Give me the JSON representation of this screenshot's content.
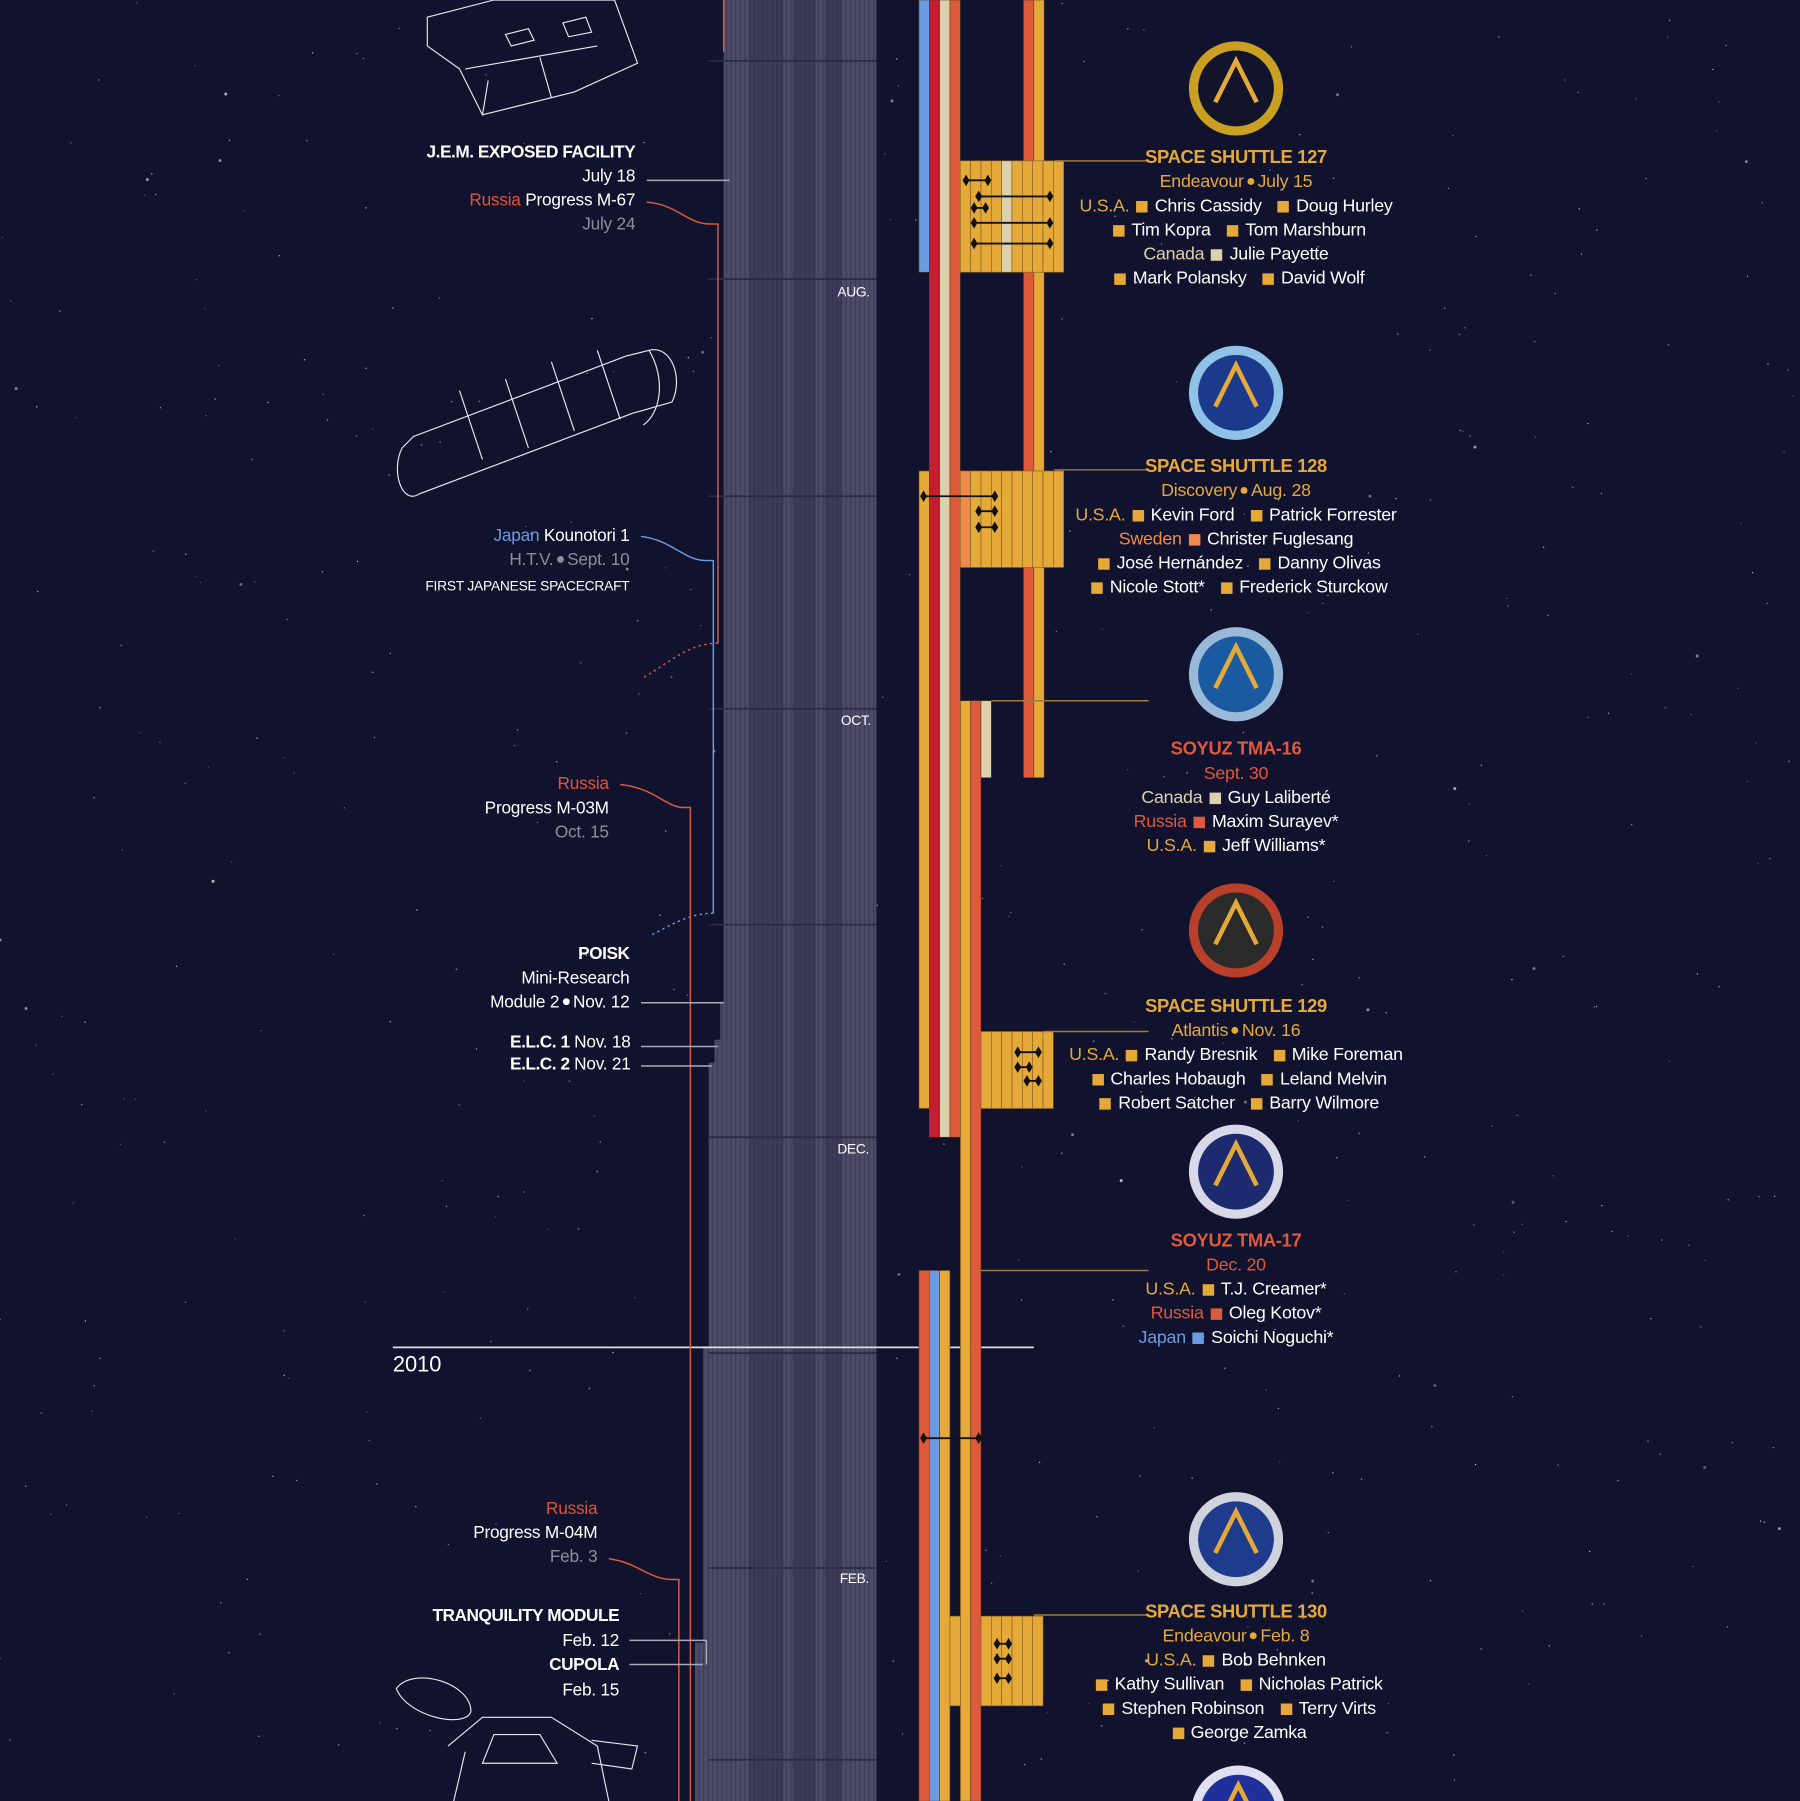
{
  "colors": {
    "background": "#11122e",
    "usa": "#e5a93a",
    "russia": "#dd5a3c",
    "russia_dark": "#c41e30",
    "canada": "#ddd0ad",
    "japan": "#6b9be0",
    "sweden": "#f08a4b",
    "grid": "#4b4b66"
  },
  "timeline": {
    "months": [
      "AUG.",
      "OCT.",
      "DEC.",
      "FEB."
    ],
    "year": "2010"
  },
  "left_labels": {
    "jem": {
      "title": "J.E.M. EXPOSED FACILITY",
      "date": "July 18"
    },
    "progress_m67": {
      "country": "Russia",
      "name": "Progress M-67",
      "date": "July 24"
    },
    "kounotori": {
      "country": "Japan",
      "name": "Kounotori 1",
      "vehicle": "H.T.V.",
      "date": "Sept. 10",
      "note": "FIRST JAPANESE SPACECRAFT"
    },
    "progress_m03m": {
      "country": "Russia",
      "name": "Progress M-03M",
      "date": "Oct. 15"
    },
    "poisk": {
      "title": "POISK",
      "line1": "Mini-Research",
      "line2": "Module 2",
      "date": "Nov. 12"
    },
    "elc1": {
      "title": "E.L.C. 1",
      "date": "Nov. 18"
    },
    "elc2": {
      "title": "E.L.C. 2",
      "date": "Nov. 21"
    },
    "progress_m04m": {
      "country": "Russia",
      "name": "Progress M-04M",
      "date": "Feb. 3"
    },
    "tranquility": {
      "title": "TRANQUILITY MODULE",
      "date": "Feb. 12"
    },
    "cupola": {
      "title": "CUPOLA",
      "date": "Feb. 15"
    }
  },
  "missions": [
    {
      "id": "sts127",
      "type": "shuttle",
      "title": "SPACE SHUTTLE 127",
      "vehicle": "Endeavour",
      "date": "July 15",
      "crew_lines": [
        {
          "country": "U.S.A.",
          "nat": "usa",
          "members": [
            {
              "name": "Chris Cassidy",
              "nat": "usa"
            },
            {
              "name": "Doug Hurley",
              "nat": "usa"
            }
          ]
        },
        {
          "members": [
            {
              "name": "Tim Kopra",
              "nat": "usa"
            },
            {
              "name": "Tom Marshburn",
              "nat": "usa"
            }
          ]
        },
        {
          "country": "Canada",
          "nat": "canada",
          "members": [
            {
              "name": "Julie Payette",
              "nat": "canada"
            }
          ]
        },
        {
          "members": [
            {
              "name": "Mark Polansky",
              "nat": "usa"
            },
            {
              "name": "David Wolf",
              "nat": "usa"
            }
          ]
        }
      ]
    },
    {
      "id": "sts128",
      "type": "shuttle",
      "title": "SPACE SHUTTLE 128",
      "vehicle": "Discovery",
      "date": "Aug. 28",
      "crew_lines": [
        {
          "country": "U.S.A.",
          "nat": "usa",
          "members": [
            {
              "name": "Kevin Ford",
              "nat": "usa"
            },
            {
              "name": "Patrick Forrester",
              "nat": "usa"
            }
          ]
        },
        {
          "country": "Sweden",
          "nat": "sweden",
          "members": [
            {
              "name": "Christer Fuglesang",
              "nat": "sweden"
            }
          ]
        },
        {
          "members": [
            {
              "name": "José Hernández",
              "nat": "usa"
            },
            {
              "name": "Danny Olivas",
              "nat": "usa"
            }
          ]
        },
        {
          "members": [
            {
              "name": "Nicole Stott*",
              "nat": "usa"
            },
            {
              "name": "Frederick Sturckow",
              "nat": "usa"
            }
          ]
        }
      ]
    },
    {
      "id": "tma16",
      "type": "soyuz",
      "title": "SOYUZ TMA-16",
      "date": "Sept. 30",
      "crew_lines": [
        {
          "country": "Canada",
          "nat": "canada",
          "members": [
            {
              "name": "Guy Laliberté",
              "nat": "canada"
            }
          ]
        },
        {
          "country": "Russia",
          "nat": "russia",
          "members": [
            {
              "name": "Maxim Surayev*",
              "nat": "russia"
            }
          ]
        },
        {
          "country": "U.S.A.",
          "nat": "usa",
          "members": [
            {
              "name": "Jeff Williams*",
              "nat": "usa"
            }
          ]
        }
      ]
    },
    {
      "id": "sts129",
      "type": "shuttle",
      "title": "SPACE SHUTTLE 129",
      "vehicle": "Atlantis",
      "date": "Nov. 16",
      "crew_lines": [
        {
          "country": "U.S.A.",
          "nat": "usa",
          "members": [
            {
              "name": "Randy Bresnik",
              "nat": "usa"
            },
            {
              "name": "Mike Foreman",
              "nat": "usa"
            }
          ]
        },
        {
          "members": [
            {
              "name": "Charles Hobaugh",
              "nat": "usa"
            },
            {
              "name": "Leland Melvin",
              "nat": "usa"
            }
          ]
        },
        {
          "members": [
            {
              "name": "Robert Satcher",
              "nat": "usa"
            },
            {
              "name": "Barry Wilmore",
              "nat": "usa"
            }
          ]
        }
      ]
    },
    {
      "id": "tma17",
      "type": "soyuz",
      "title": "SOYUZ TMA-17",
      "date": "Dec. 20",
      "crew_lines": [
        {
          "country": "U.S.A.",
          "nat": "usa",
          "members": [
            {
              "name": "T.J. Creamer*",
              "nat": "usa"
            }
          ]
        },
        {
          "country": "Russia",
          "nat": "russia",
          "members": [
            {
              "name": "Oleg Kotov*",
              "nat": "russia"
            }
          ]
        },
        {
          "country": "Japan",
          "nat": "japan",
          "members": [
            {
              "name": "Soichi Noguchi*",
              "nat": "japan"
            }
          ]
        }
      ]
    },
    {
      "id": "sts130",
      "type": "shuttle",
      "title": "SPACE SHUTTLE 130",
      "vehicle": "Endeavour",
      "date": "Feb. 8",
      "crew_lines": [
        {
          "country": "U.S.A.",
          "nat": "usa",
          "members": [
            {
              "name": "Bob Behnken",
              "nat": "usa"
            }
          ]
        },
        {
          "members": [
            {
              "name": "Kathy Sullivan",
              "nat": "usa"
            },
            {
              "name": "Nicholas Patrick",
              "nat": "usa"
            }
          ]
        },
        {
          "members": [
            {
              "name": "Stephen Robinson",
              "nat": "usa"
            },
            {
              "name": "Terry Virts",
              "nat": "usa"
            }
          ]
        },
        {
          "members": [
            {
              "name": "George Zamka",
              "nat": "usa"
            }
          ]
        }
      ]
    }
  ]
}
